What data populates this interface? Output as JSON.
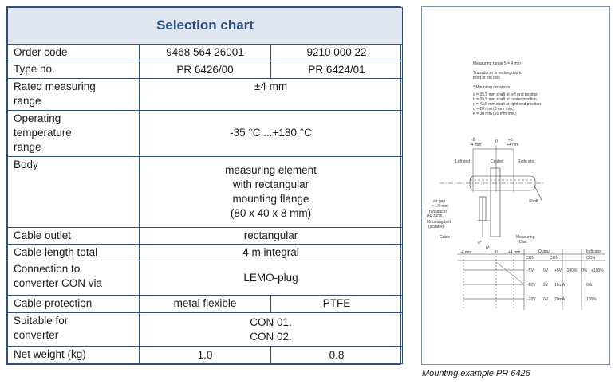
{
  "table": {
    "title": "Selection chart",
    "rows": {
      "order_code": {
        "label": "Order code",
        "v1": "9468 564 26001",
        "v2": "9210 000 22"
      },
      "type_no": {
        "label": "Type no.",
        "v1": "PR 6426/00",
        "v2": "PR 6424/01"
      },
      "rated_range": {
        "label_l1": "Rated measuring",
        "label_l2": "range",
        "value": "±4 mm"
      },
      "op_temp": {
        "label_l1": "Operating",
        "label_l2": "temperature",
        "label_l3": "range",
        "value": "-35 °C ...+180 °C"
      },
      "body": {
        "label": "Body",
        "l1": "measuring element",
        "l2": "with rectangular",
        "l3": "mounting flange",
        "l4": "(80 x 40 x 8 mm)"
      },
      "cable_outlet": {
        "label": "Cable outlet",
        "value": "rectangular"
      },
      "cable_length": {
        "label": "Cable length total",
        "value": "4 m integral"
      },
      "connection": {
        "label_l1": "Connection to",
        "label_l2": "converter CON via",
        "value": "LEMO-plug"
      },
      "cable_protection": {
        "label": "Cable protection",
        "v1": "metal flexible",
        "v2": "PTFE"
      },
      "suitable": {
        "label_l1": "Suitable for",
        "label_l2": "converter",
        "l1": "CON 01.",
        "l2": "CON 02."
      },
      "net_weight": {
        "label": "Net weight (kg)",
        "v1": "1.0",
        "v2": "0.8"
      }
    }
  },
  "drawing": {
    "measuring_range": "Measuring range 5 = 4 mm",
    "transducer_note_1": "Transducer is rectangular to",
    "transducer_note_2": "front of the disc",
    "mounting_distances": "* Mounting distances",
    "distance_a": "a = 35.5 mm shaft at left end position",
    "distance_b": "b = 39.5 mm shaft at center position",
    "distance_c": "c = 43.5 mm shaft at right end position",
    "distance_d": "d = 20 mm (8 mm min.)",
    "distance_e": "e = 30 mm (20 mm min.)",
    "dim_minus": "-5",
    "dim_minus_sub": "-4 mm",
    "dim_zero": "0",
    "dim_plus": "+5",
    "dim_plus_sub": "+4 mm",
    "label_left_end": "Left end",
    "label_centre": "Centre",
    "label_right_end": "Right end",
    "label_air_gap_1": "air gap",
    "label_air_gap_2": "≈ 1.5 mm",
    "label_transducer_1": "Transducer",
    "label_transducer_2": "PR 6426",
    "label_mounting_bolt_1": "Mounting bolt",
    "label_mounting_bolt_2": "(isolated)",
    "label_shaft": "Shaft",
    "label_cable": "Cable",
    "label_measuring_1": "Measuring",
    "label_measuring_2": "Disc",
    "dim_a": "a*",
    "dim_b": "b*",
    "chart_dim_1": "-4 mm",
    "chart_dim_2": "0",
    "chart_dim_3": "+4 mm",
    "chart_output": "Output",
    "chart_indicator": "Indicator",
    "chart_h1": "CON",
    "chart_h2": "CON",
    "chart_h3": "CON",
    "chart_r1": [
      "-5V",
      "0V",
      "+5V",
      "-100%",
      "0%",
      "+100%"
    ],
    "chart_r2": [
      "-20V",
      "2V",
      "10mA",
      "0%"
    ],
    "chart_r3": [
      "-20V",
      "0V",
      "20mA",
      "100%"
    ]
  },
  "caption": "Mounting example PR 6426"
}
